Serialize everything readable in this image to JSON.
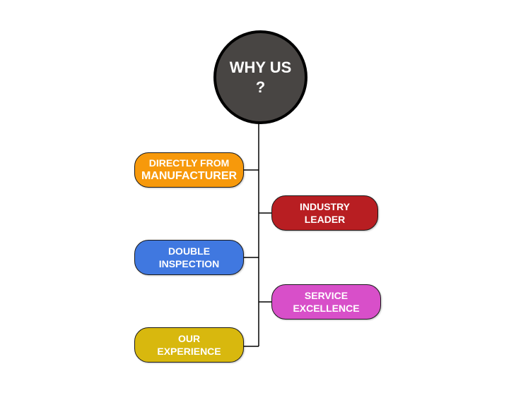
{
  "hub": {
    "line1": "WHY US",
    "line2": "?",
    "color": "#484543"
  },
  "boxes": [
    {
      "line1": "DIRECTLY FROM",
      "line2": "MANUFACTURER",
      "color": "#f7990b"
    },
    {
      "line1": "INDUSTRY",
      "line2": "LEADER",
      "color": "#b81e22"
    },
    {
      "line1": "DOUBLE",
      "line2": "INSPECTION",
      "color": "#4078e0"
    },
    {
      "line1": "SERVICE",
      "line2": "EXCELLENCE",
      "color": "#d84fc9"
    },
    {
      "line1": "OUR",
      "line2": "EXPERIENCE",
      "color": "#d8b80e"
    }
  ]
}
